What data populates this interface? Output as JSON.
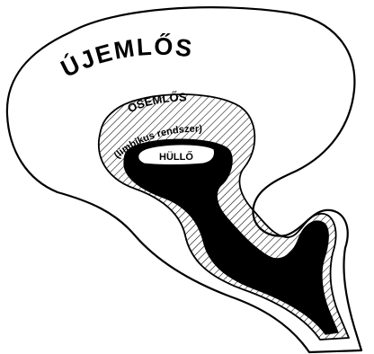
{
  "labels": {
    "outer": "ÚJEMLŐS",
    "middle": "ŐSEMLŐS",
    "middle_sub": "(limbikus rendszer)",
    "inner": "HÜLLŐ"
  }
}
